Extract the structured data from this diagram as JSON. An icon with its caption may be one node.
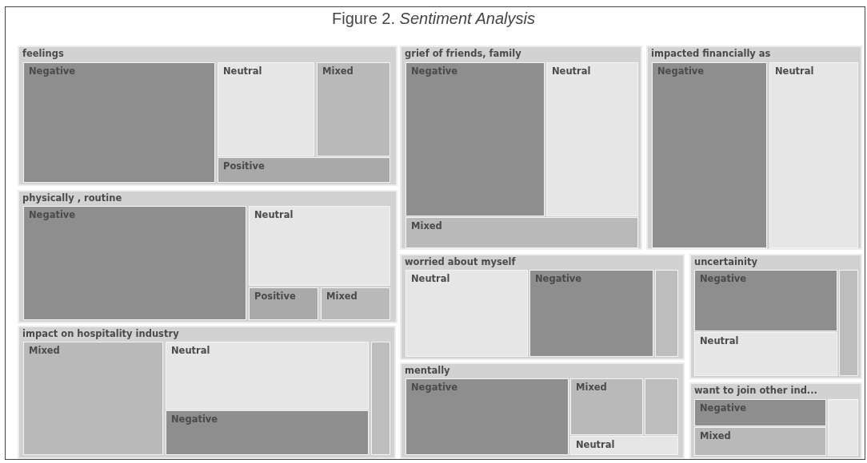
{
  "diagram": {
    "title": "Figure 2. *Sentiment Analysis*",
    "nodes": [
      {
        "text": [
          "feelings"
        ]
      },
      {
        "text": [
          "Negative"
        ],
        "in": 0
      },
      {
        "text": [
          "Neutral"
        ],
        "in": 0
      },
      {
        "text": [
          "Mixed"
        ],
        "in": 0
      },
      {
        "text": [
          "Positive"
        ],
        "in": 0
      },
      {
        "text": [
          "grief of friends, family"
        ]
      },
      {
        "text": [
          "Negative"
        ],
        "in": 5
      },
      {
        "text": [
          "Neutral"
        ],
        "in": 5
      },
      {
        "text": [
          "Mixed"
        ],
        "in": 5
      },
      {
        "text": [
          "impacted financially as"
        ]
      },
      {
        "text": [
          "Negative"
        ],
        "in": 9
      },
      {
        "text": [
          "Neutral"
        ],
        "in": 9
      },
      {
        "text": [
          "physically , routine"
        ]
      },
      {
        "text": [
          "Negative"
        ],
        "in": 12
      },
      {
        "text": [
          "Neutral"
        ],
        "in": 12
      },
      {
        "text": [
          "Positive"
        ],
        "in": 12
      },
      {
        "text": [
          "Mixed"
        ],
        "in": 12
      },
      {
        "text": [
          "worried about myself"
        ]
      },
      {
        "text": [
          "Neutral"
        ],
        "in": 17
      },
      {
        "text": [
          "Negative"
        ],
        "in": 17
      },
      {
        "text": [],
        "shape": "box",
        "in": 17
      },
      {
        "text": [
          "uncertainity"
        ]
      },
      {
        "text": [
          "Negative"
        ],
        "in": 21
      },
      {
        "text": [
          "Neutral"
        ],
        "in": 21
      },
      {
        "text": [],
        "shape": "box",
        "in": 21
      },
      {
        "text": [
          "impact on hospitality industry"
        ]
      },
      {
        "text": [
          "Mixed"
        ],
        "in": 25
      },
      {
        "text": [
          "Neutral"
        ],
        "in": 25
      },
      {
        "text": [
          "Negative"
        ],
        "in": 25
      },
      {
        "text": [],
        "shape": "box",
        "in": 25
      },
      {
        "text": [
          "mentally"
        ]
      },
      {
        "text": [
          "Negative"
        ],
        "in": 30
      },
      {
        "text": [
          "Mixed"
        ],
        "in": 30
      },
      {
        "text": [],
        "shape": "box",
        "in": 30
      },
      {
        "text": [
          "Neutral"
        ],
        "in": 30
      },
      {
        "text": [
          "want to join other ind..."
        ]
      },
      {
        "text": [
          "Negative"
        ],
        "in": 35
      },
      {
        "text": [
          "Mixed"
        ],
        "in": 35
      },
      {
        "text": [],
        "shape": "box",
        "in": 35
      }
    ]
  }
}
